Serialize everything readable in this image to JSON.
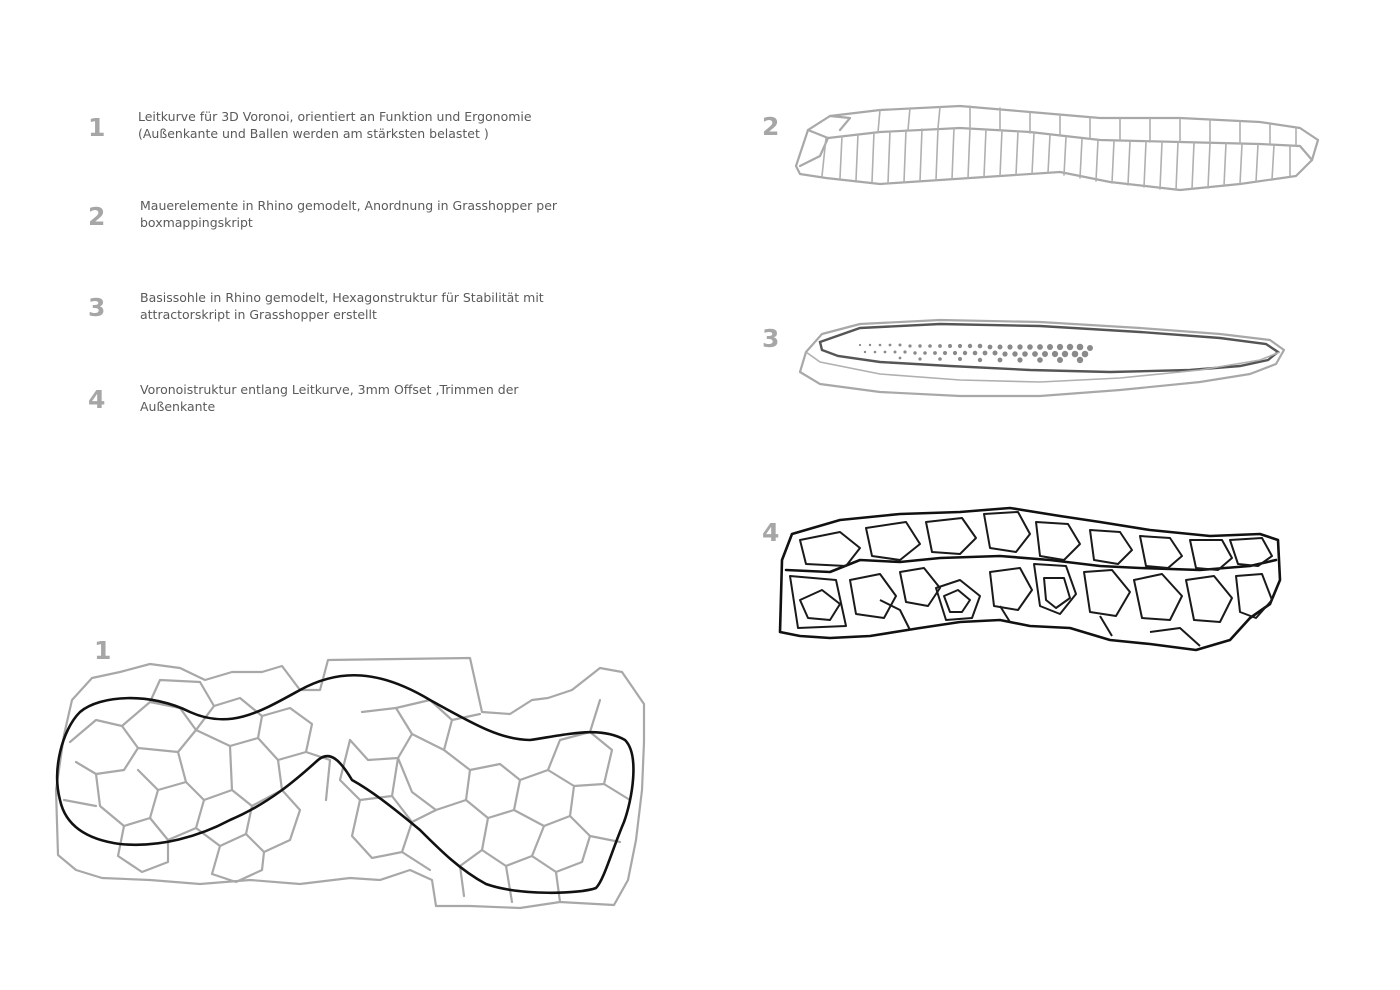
{
  "steps": [
    {
      "number": "1",
      "line1": "Leitkurve für 3D Voronoi, orientiert an Funktion und Ergonomie",
      "line2": "(Außenkante und Ballen werden am stärksten belastet )"
    },
    {
      "number": "2",
      "line1": "Mauerelemente in Rhino gemodelt, Anordnung in Grasshopper per",
      "line2": "boxmappingskript"
    },
    {
      "number": "3",
      "line1": "Basissohle in Rhino gemodelt, Hexagonstruktur für Stabilität mit",
      "line2": "attractorskript in Grasshopper erstellt"
    },
    {
      "number": "4",
      "line1": "Voronoistruktur entlang Leitkurve, 3mm Offset ,Trimmen der",
      "line2": "Außenkante"
    }
  ],
  "figures": [
    {
      "number": "1",
      "subject": "voronoi-guide-curve"
    },
    {
      "number": "2",
      "subject": "wall-elements-sole-rim"
    },
    {
      "number": "3",
      "subject": "base-sole-hexagon-pattern"
    },
    {
      "number": "4",
      "subject": "voronoi-sole-structure"
    }
  ],
  "colors": {
    "number_gray": "#a6a6a6",
    "text_gray": "#5a5a5a",
    "line_gray": "#a8a8a8",
    "line_black": "#111111",
    "background": "#ffffff"
  }
}
